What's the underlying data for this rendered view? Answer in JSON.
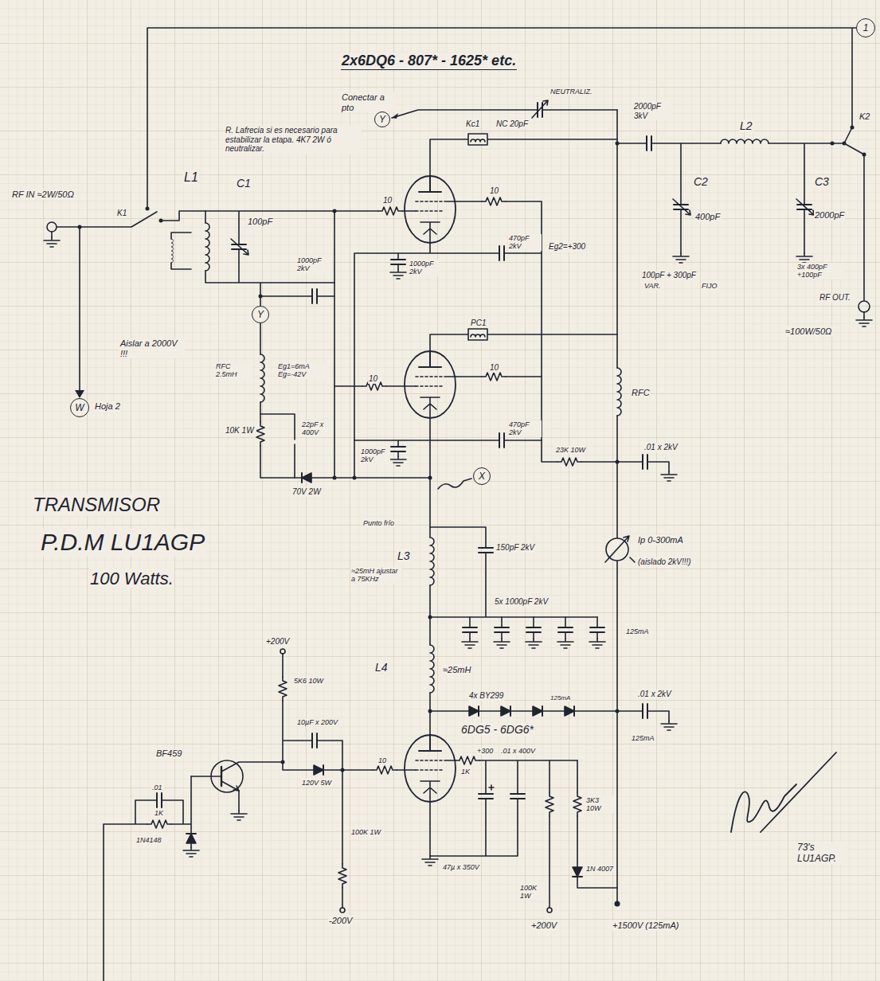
{
  "diagram": {
    "title": "2x6DQ6 - 807* - 1625* etc.",
    "nodes": [
      {
        "text": [
          "1"
        ]
      },
      {
        "text": [
          "Y"
        ]
      },
      {
        "text": [
          "Y"
        ]
      },
      {
        "text": [
          "W"
        ]
      },
      {
        "text": [
          "X"
        ]
      }
    ],
    "labels": [
      "Conectar a pto",
      "Kc1",
      "NEUTRALIZ.",
      "NC 20pF",
      "2000pF 3kV",
      "L2",
      "K2",
      "R. Lafrecia si es necesario para estabilizar la etapa. 4K7 2W ó neutralizar.",
      "L1",
      "RF IN ≈2W/50Ω",
      "K1",
      "C1",
      "100pF",
      "10",
      "10",
      "1000pF 2kV",
      "470pF 2kV",
      "Eg2=+300",
      "C2",
      "400pF",
      "C3",
      "2000pF",
      "100pF + 300pF",
      "VAR.",
      "FIJO",
      "3x 400pF +100pF",
      "RF OUT.",
      "≈100W/50Ω",
      "1000pF 2kV",
      "Aislar a 2000V !!!",
      "RFC 2.5mH",
      "Eg1=6mA Eg=-42V",
      "PC1",
      "10",
      "10",
      "1000pF 2kV",
      "470pF 2kV",
      "RFC",
      "Hoja 2",
      "10K 1W",
      "22pF x 400V",
      "23K 10W",
      ".01 x 2kV",
      "70V 2W",
      "TRANSMISOR",
      "P.D.M LU1AGP",
      "100 Watts.",
      "Punto frío",
      "L3",
      "≈25mH ajustar a 75KHz",
      "150pF 2kV",
      "Ip 0-300mA",
      "(aislado 2kV!!!)",
      "5x 1000pF 2kV",
      "125mA",
      "+200V",
      "L4",
      "≈25mH",
      "5K6 10W",
      "4x BY299",
      "125mA",
      ".01 x 2kV",
      "6DG5 - 6DG6*",
      "125mA",
      "10µF x 200V",
      "BF459",
      ".01",
      "1K",
      "1N4148",
      "120V 5W",
      "100K 1W",
      "10",
      "1K",
      "+300",
      ".01 x 400V",
      "47µ x 350V",
      "3K3 10W",
      "100K 1W",
      "1N 4007",
      "-200V",
      "+200V",
      "+1500V (125mA)",
      "73's LU1AGP."
    ]
  }
}
